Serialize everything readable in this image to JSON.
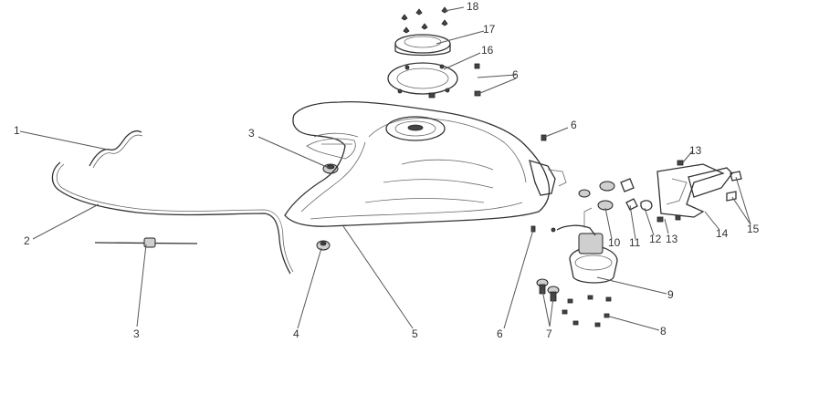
{
  "diagram": {
    "callouts": [
      {
        "id": "c1",
        "text": "1"
      },
      {
        "id": "c2",
        "text": "2"
      },
      {
        "id": "c3a",
        "text": "3"
      },
      {
        "id": "c3b",
        "text": "3"
      },
      {
        "id": "c4",
        "text": "4"
      },
      {
        "id": "c5",
        "text": "5"
      },
      {
        "id": "c6a",
        "text": "6"
      },
      {
        "id": "c6b",
        "text": "6"
      },
      {
        "id": "c6c",
        "text": "6"
      },
      {
        "id": "c7",
        "text": "7"
      },
      {
        "id": "c8",
        "text": "8"
      },
      {
        "id": "c9",
        "text": "9"
      },
      {
        "id": "c10",
        "text": "10"
      },
      {
        "id": "c11",
        "text": "11"
      },
      {
        "id": "c12",
        "text": "12"
      },
      {
        "id": "c13a",
        "text": "13"
      },
      {
        "id": "c13b",
        "text": "13"
      },
      {
        "id": "c14",
        "text": "14"
      },
      {
        "id": "c15",
        "text": "15"
      },
      {
        "id": "c16",
        "text": "16"
      },
      {
        "id": "c17",
        "text": "17"
      },
      {
        "id": "c18",
        "text": "18"
      }
    ]
  }
}
